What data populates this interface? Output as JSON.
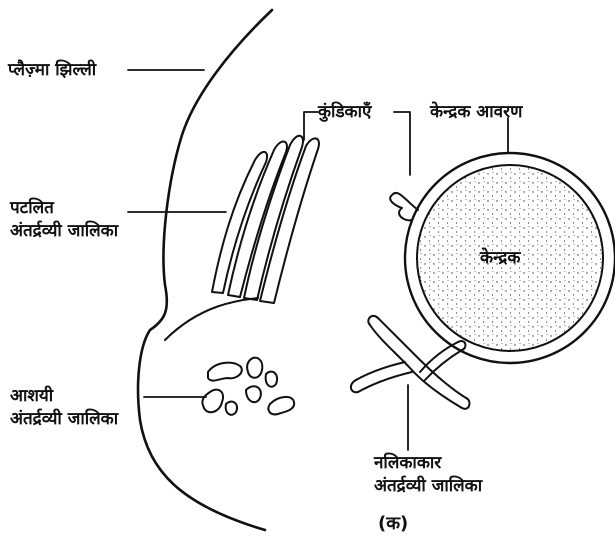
{
  "labels": {
    "plasma_membrane": "प्लैज़्मा झिल्ली",
    "vesicles": "कुंडिकाएँ",
    "nuclear_envelope": "केन्द्रक आवरण",
    "rough_er_line1": "पटलित",
    "rough_er_line2": "अंतर्द्रव्यी जालिका",
    "nucleus": "केन्द्रक",
    "cisternal_er_line1": "आशयी",
    "cisternal_er_line2": "अंतर्द्रव्यी जालिका",
    "tubular_er_line1": "नलिकाकार",
    "tubular_er_line2": "अंतर्द्रव्यी जालिका",
    "figure_caption": "(क)"
  }
}
